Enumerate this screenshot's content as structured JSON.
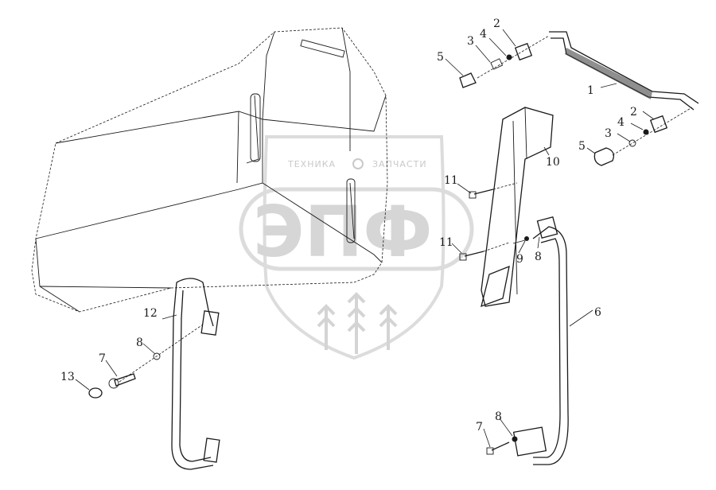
{
  "watermark": {
    "top_text_left": "ТЕХНИКА",
    "top_text_right": "ЗАПЧАСТИ",
    "logo_text": "ЭПФ"
  },
  "part_labels": {
    "p1": "1",
    "p2a": "2",
    "p2b": "2",
    "p3a": "3",
    "p3b": "3",
    "p4a": "4",
    "p4b": "4",
    "p5a": "5",
    "p5b": "5",
    "p6": "6",
    "p7a": "7",
    "p7b": "7",
    "p8a": "8",
    "p8b": "8",
    "p8c": "8",
    "p9": "9",
    "p10": "10",
    "p11a": "11",
    "p11b": "11",
    "p12": "12",
    "p13": "13"
  }
}
